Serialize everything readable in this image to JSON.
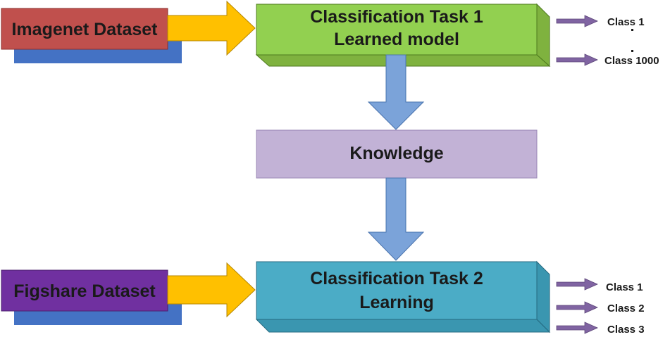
{
  "datasets": {
    "source": "Imagenet Dataset",
    "target": "Figshare Dataset"
  },
  "task1": {
    "line1": "Classification Task 1",
    "line2": "Learned model"
  },
  "knowledge": "Knowledge",
  "task2": {
    "line1": "Classification Task 2",
    "line2": "Learning"
  },
  "task1_outputs": [
    "Class 1",
    "Class 1000"
  ],
  "task2_outputs": [
    "Class 1",
    "Class 2",
    "Class 3"
  ],
  "colors": {
    "imagenet_box": "#c0504d",
    "figshare_box": "#7030a0",
    "dataset_shadow": "#4472c4",
    "input_arrow": "#ffc000",
    "task1_box": "#92d050",
    "task2_box": "#4bacc6",
    "knowledge_box": "#c2b2d6",
    "down_arrow": "#7ba3d9",
    "output_arrow": "#8064a2"
  }
}
